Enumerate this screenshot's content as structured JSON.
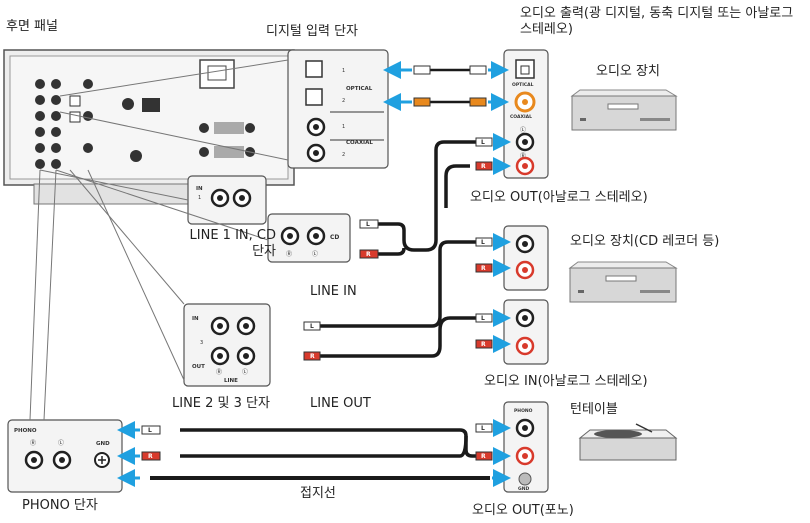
{
  "labels": {
    "rear_panel": "후면 패널",
    "digital_input_terminal": "디지털 입력 단자",
    "audio_output_title": "오디오 출력(광 디지털, 동축 디지털 또는 아날로그 스테레오)",
    "audio_device": "오디오 장치",
    "audio_out_analog_stereo": "오디오 OUT(아날로그 스테레오)",
    "line1_cd_terminal": "LINE 1 IN, CD 단자",
    "audio_device_cd_recorder": "오디오 장치(CD 레코더 등)",
    "line_in": "LINE IN",
    "audio_in_analog_stereo": "오디오 IN(아날로그 스테레오)",
    "line23_terminal": "LINE 2 및 3 단자",
    "line_out": "LINE OUT",
    "turntable": "턴테이블",
    "phono_terminal": "PHONO 단자",
    "ground_wire": "접지선",
    "audio_out_phono": "오디오 OUT(포노)"
  },
  "panel_text": {
    "optical": "OPTICAL",
    "coaxial": "COAXIAL",
    "in": "IN",
    "out": "OUT",
    "line": "LINE",
    "cd": "CD",
    "phono": "PHONO",
    "gnd": "GND",
    "n1": "1",
    "n2": "2",
    "n3": "3",
    "plug_l": "L",
    "plug_r": "R",
    "ch_r": "Ⓡ",
    "ch_l": "Ⓛ"
  },
  "colors": {
    "arrow": "#1fa0e0",
    "red_plug": "#d83a2c",
    "orange_plug": "#e8891e",
    "cable": "#1a1a1a",
    "panel": "#f4f4f4",
    "device_body": "#d7d7d7"
  }
}
